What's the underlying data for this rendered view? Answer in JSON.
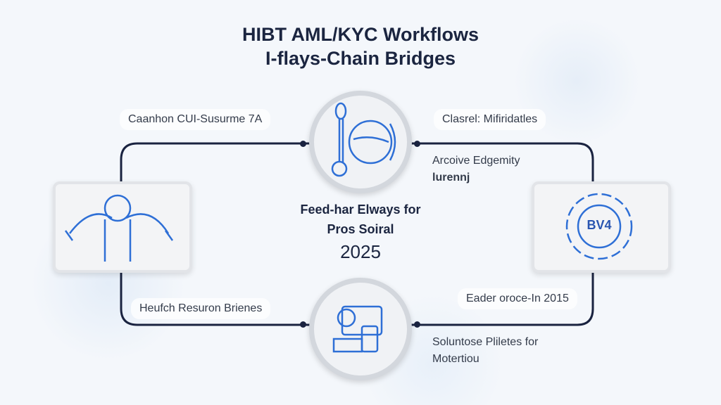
{
  "title": {
    "line1": "HIBT AML/KYC Workflows",
    "line2": "I-flays-Chain Bridges"
  },
  "labels": {
    "top_left": "Caanhon CUI-Susurme 7A",
    "top_right": "Clasrel: Mifiridatles",
    "right_upper_line1": "Arcoive Edgemity",
    "right_upper_line2": "lurennj",
    "bottom_left": "Heufch Resuron Brienes",
    "bottom_right": "Eader oroce-In 2015",
    "bottom_right_lower_line1": "Soluntose Pliletes for",
    "bottom_right_lower_line2": "Motertiou"
  },
  "center": {
    "line1": "Feed-har Elways for",
    "line2": "Pros Soiral",
    "year": "2025"
  },
  "right_card": {
    "badge": "BV4"
  },
  "colors": {
    "line": "#1a2340",
    "icon": "#2e6fd6"
  }
}
